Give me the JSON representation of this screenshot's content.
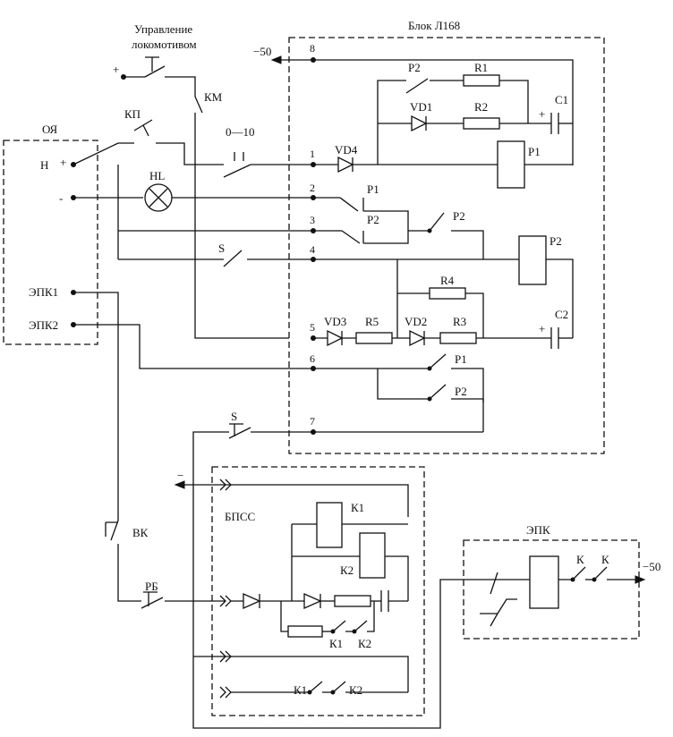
{
  "header": {
    "loco_control_line1": "Управление",
    "loco_control_line2": "локомотивом",
    "block_title": "Блок Л168"
  },
  "left_block": {
    "title": "ОЯ",
    "terminal_n": "Н",
    "plus": "+",
    "minus": "-",
    "epk1": "ЭПК1",
    "epk2": "ЭПК2"
  },
  "top": {
    "minus50": "−50",
    "plus": "+",
    "km": "КМ",
    "kp": "КП",
    "pos": "0—10",
    "hl": "HL",
    "s": "S"
  },
  "terminals": [
    "8",
    "1",
    "2",
    "3",
    "4",
    "5",
    "6",
    "7"
  ],
  "l168": {
    "p2": "P2",
    "r1": "R1",
    "vd1": "VD1",
    "r2": "R2",
    "c1": "C1",
    "c1_plus": "+",
    "vd4": "VD4",
    "p1": "P1",
    "p1_coil": "P1",
    "p2_contact3": "P2",
    "p2_contact3b": "P2",
    "p2_coil": "P2",
    "r4": "R4",
    "vd3": "VD3",
    "r5": "R5",
    "vd2": "VD2",
    "r3": "R3",
    "c2": "C2",
    "c2_plus": "+",
    "p1_contact6": "P1",
    "p2_contact6": "P2"
  },
  "lower": {
    "s7": "S",
    "vk": "ВК",
    "rb": "РБ",
    "minus": "−"
  },
  "bpss": {
    "title": "БПСС",
    "k1_coil": "К1",
    "k2_coil": "К2",
    "k1_contact": "К1",
    "k2_contact": "К2",
    "k1_bottom": "К1",
    "k2_bottom": "К2"
  },
  "epk": {
    "title": "ЭПК",
    "k_a": "К",
    "k_b": "К",
    "minus50": "−50"
  }
}
